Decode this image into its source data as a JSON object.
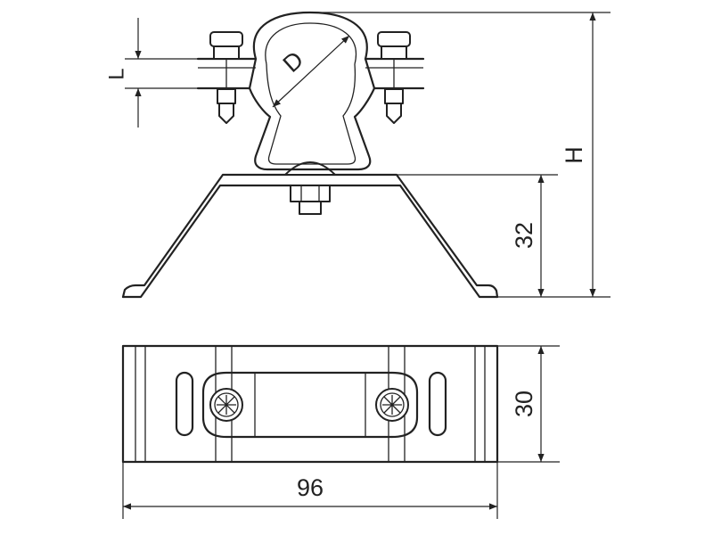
{
  "labels": {
    "pipe_diameter": "D",
    "clamp_gap": "L",
    "total_height": "H",
    "base_height": "32",
    "base_depth": "30",
    "base_width": "96"
  }
}
